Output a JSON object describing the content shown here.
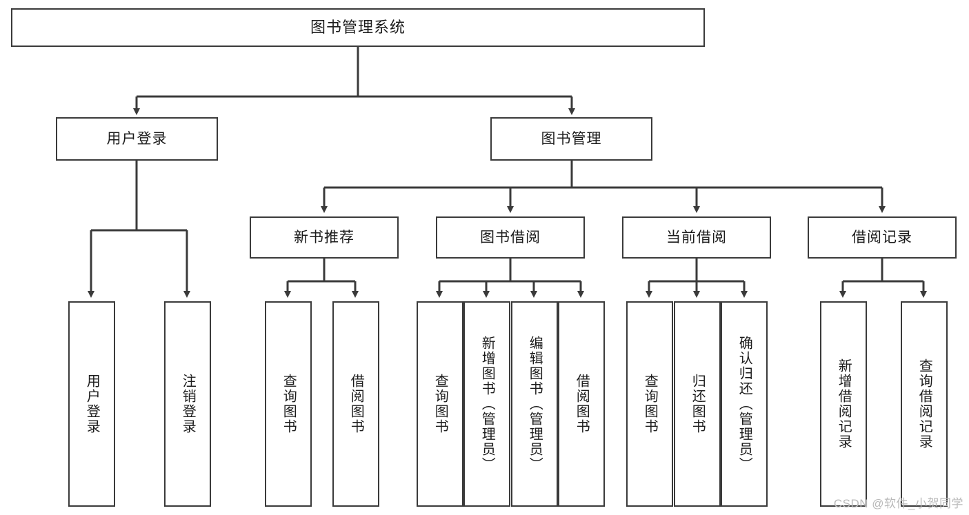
{
  "diagram": {
    "title": "图书管理系统",
    "type": "tree-hierarchy",
    "watermark": "CSDN @软件_小贺同学",
    "colors": {
      "stroke": "#3a3a3a",
      "fill": "#ffffff",
      "text": "#1c1c1c",
      "watermark": "#b9b9b9"
    },
    "root": {
      "label": "图书管理系统"
    },
    "level2": [
      {
        "label": "用户登录"
      },
      {
        "label": "图书管理"
      }
    ],
    "level3": [
      {
        "label": "新书推荐"
      },
      {
        "label": "图书借阅"
      },
      {
        "label": "当前借阅"
      },
      {
        "label": "借阅记录"
      }
    ],
    "leaves_login": [
      {
        "label": "用户登录"
      },
      {
        "label": "注销登录"
      }
    ],
    "leaves_newbook": [
      {
        "label": "查询图书"
      },
      {
        "label": "借阅图书"
      }
    ],
    "leaves_borrow": [
      {
        "label": "查询图书"
      },
      {
        "label": "新增图书（管理员）"
      },
      {
        "label": "编辑图书（管理员）"
      },
      {
        "label": "借阅图书"
      }
    ],
    "leaves_current": [
      {
        "label": "查询图书"
      },
      {
        "label": "归还图书"
      },
      {
        "label": "确认归还（管理员）"
      }
    ],
    "leaves_record": [
      {
        "label": "新增借阅记录"
      },
      {
        "label": "查询借阅记录"
      }
    ]
  }
}
